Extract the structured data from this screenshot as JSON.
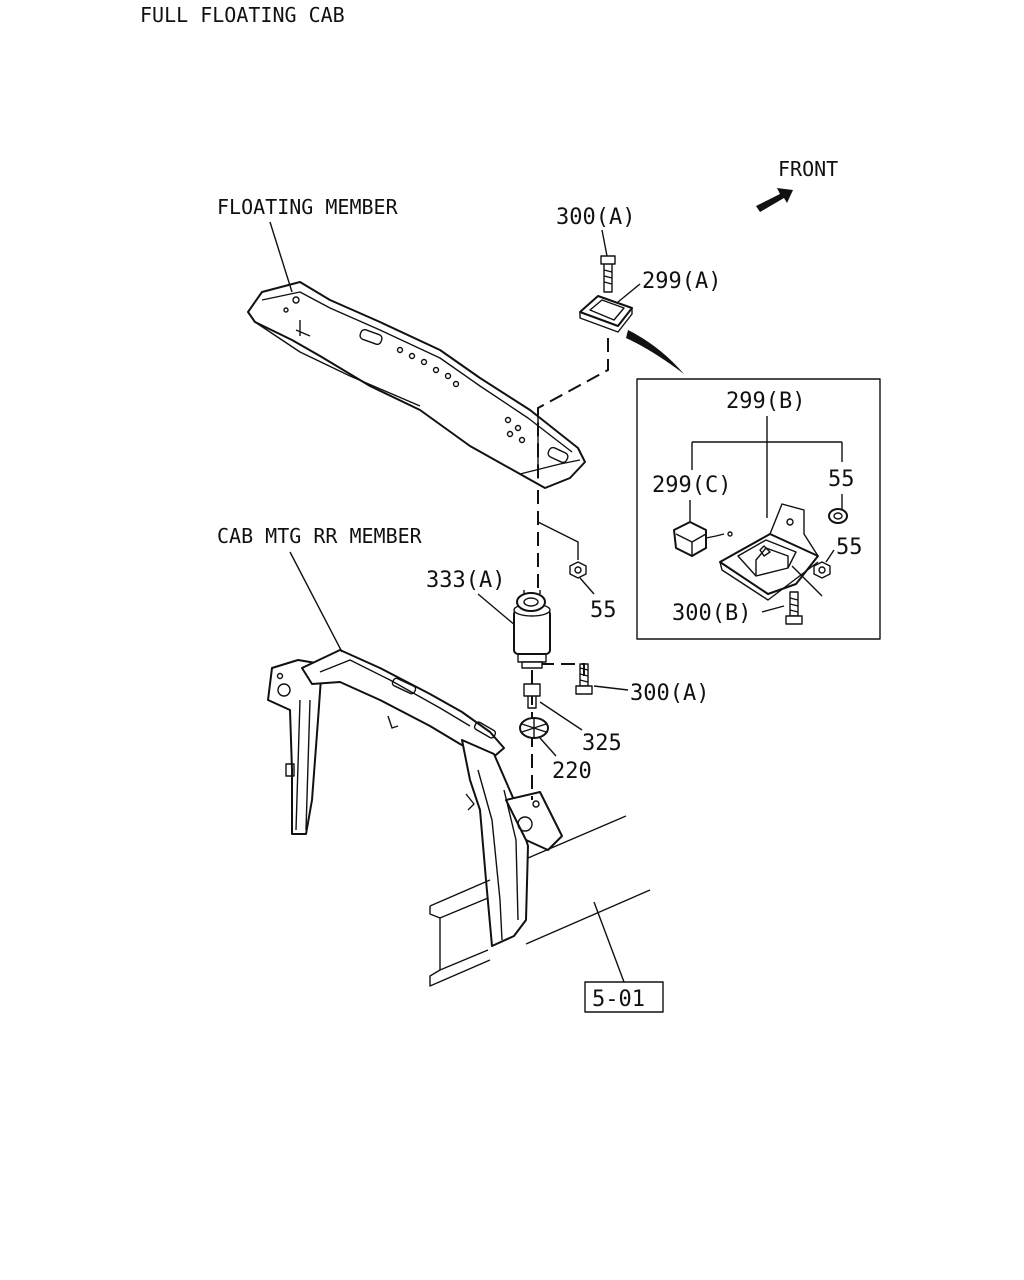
{
  "page_title": "FULL FLOATING CAB",
  "labels": {
    "floating_member": "FLOATING MEMBER",
    "cab_mtg_rr_member": "CAB MTG RR MEMBER",
    "front": "FRONT",
    "p300a_top": "300(A)",
    "p299a": "299(A)",
    "p333a": "333(A)",
    "p55_main": "55",
    "p300a_mid": "300(A)",
    "p325": "325",
    "p220": "220",
    "p299b": "299(B)",
    "p299c": "299(C)",
    "p55_inset_top": "55",
    "p55_inset_mid": "55",
    "p300b": "300(B)",
    "ref_501": "5-01"
  },
  "colors": {
    "line": "#111111",
    "background": "#ffffff"
  }
}
